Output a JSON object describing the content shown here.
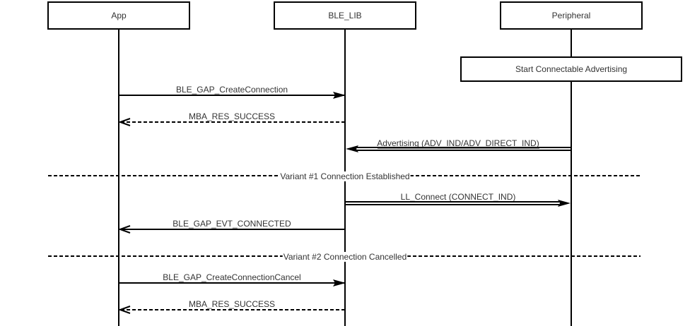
{
  "diagram": {
    "type": "sequence",
    "participants": [
      {
        "id": "app",
        "label": "App"
      },
      {
        "id": "ble_lib",
        "label": "BLE_LIB"
      },
      {
        "id": "peripheral",
        "label": "Peripheral"
      }
    ],
    "notes": [
      {
        "id": "start-adv",
        "on": "peripheral",
        "label": "Start Connectable Advertising"
      }
    ],
    "messages": [
      {
        "id": "create-connection",
        "from": "app",
        "to": "ble_lib",
        "label": "BLE_GAP_CreateConnection",
        "style": "solid",
        "arrow": "filled"
      },
      {
        "id": "res-success-1",
        "from": "ble_lib",
        "to": "app",
        "label": "MBA_RES_SUCCESS",
        "style": "dashed",
        "arrow": "open"
      },
      {
        "id": "advertising",
        "from": "peripheral",
        "to": "ble_lib",
        "label": "Advertising (ADV_IND/ADV_DIRECT_IND)",
        "style": "double",
        "arrow": "filled"
      },
      {
        "id": "ll-connect",
        "from": "ble_lib",
        "to": "peripheral",
        "label": "LL_Connect (CONNECT_IND)",
        "style": "double",
        "arrow": "filled"
      },
      {
        "id": "evt-connected",
        "from": "ble_lib",
        "to": "app",
        "label": "BLE_GAP_EVT_CONNECTED",
        "style": "solid",
        "arrow": "open"
      },
      {
        "id": "create-connection-cancel",
        "from": "app",
        "to": "ble_lib",
        "label": "BLE_GAP_CreateConnectionCancel",
        "style": "solid",
        "arrow": "filled"
      },
      {
        "id": "res-success-2",
        "from": "ble_lib",
        "to": "app",
        "label": "MBA_RES_SUCCESS",
        "style": "dashed",
        "arrow": "open"
      }
    ],
    "separators": [
      {
        "id": "variant-1",
        "label": "Variant #1 Connection Established"
      },
      {
        "id": "variant-2",
        "label": "Variant #2 Connection Cancelled"
      }
    ]
  }
}
